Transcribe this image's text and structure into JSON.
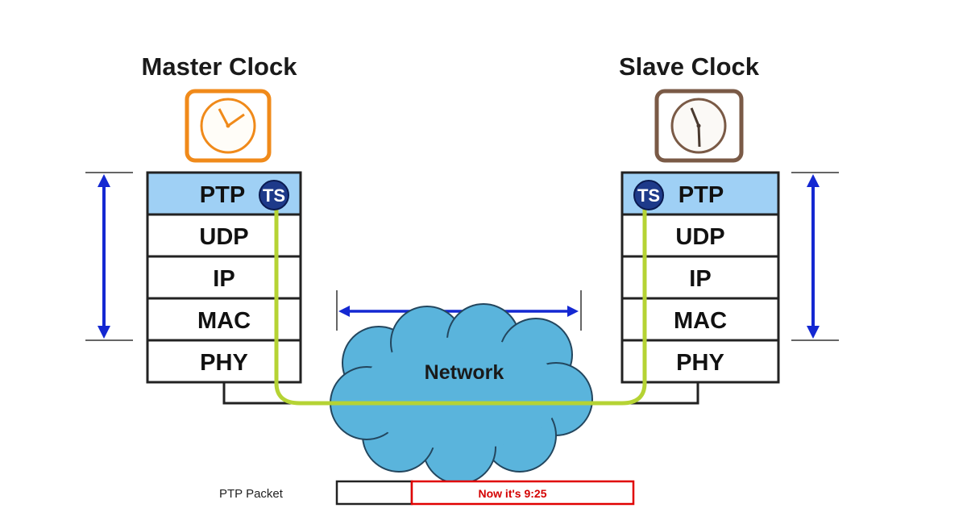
{
  "master": {
    "title": "Master Clock",
    "ts_label": "TS",
    "layers": [
      "PTP",
      "UDP",
      "IP",
      "MAC",
      "PHY"
    ],
    "clock_color": "#f08a1a"
  },
  "slave": {
    "title": "Slave Clock",
    "ts_label": "TS",
    "layers": [
      "PTP",
      "UDP",
      "IP",
      "MAC",
      "PHY"
    ],
    "clock_color": "#7a5a46"
  },
  "network": {
    "label": "Network",
    "cloud_color": "#5ab4dc"
  },
  "packet": {
    "label": "PTP Packet",
    "message": "Now it's 9:25"
  },
  "colors": {
    "ptp_layer": "#9fd0f5",
    "path": "#b5d334",
    "arrow": "#1428d2",
    "ts_circle": "#1e3a8a",
    "packet_message_border": "#e00000"
  }
}
